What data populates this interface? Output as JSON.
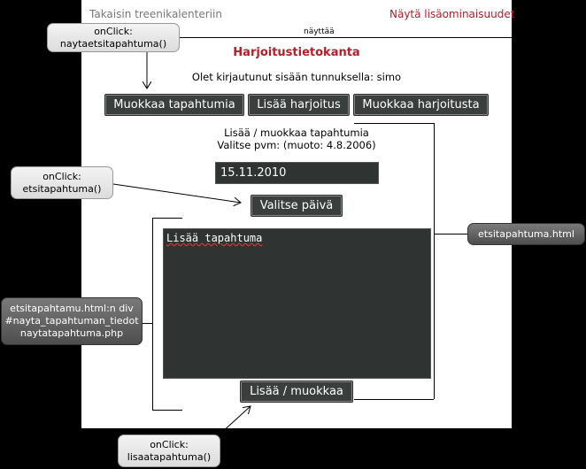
{
  "header": {
    "back_link": "Takaisin treenikalenteriin",
    "extra_link": "Näytä lisäominaisuudet",
    "view_label": "näyttää"
  },
  "page_title": "Harjoitustietokanta",
  "logged_in_text": "Olet kirjautunut sisään tunnuksella: simo",
  "nav_buttons": [
    "Muokkaa tapahtumia",
    "Lisää harjoitus",
    "Muokkaa harjoitusta"
  ],
  "section": {
    "title": "Lisää / muokkaa tapahtumia",
    "subtitle": "Valitse pvm: (muoto: 4.8.2006)",
    "date_value": "15.11.2010",
    "select_day_button": "Valitse päivä",
    "textarea_value": "Lisää tapahtuma",
    "submit_button": "Lisää / muokkaa"
  },
  "annotations": {
    "top_onclick": [
      "onClick:",
      "naytaetsitapahtuma()"
    ],
    "left_onclick": [
      "onClick:",
      "etsitapahtuma()"
    ],
    "right_file": "etsitapahtuma.html",
    "left_div": [
      "etsitapahtamu.html:n div",
      "#nayta_tapahtuman_tiedot",
      "naytatapahtuma.php"
    ],
    "bottom_onclick": [
      "onClick:",
      "lisaatapahtuma()"
    ]
  },
  "colors": {
    "accent_red": "#b0202a",
    "button_dark": "#3a3e3c",
    "background": "#000000"
  }
}
